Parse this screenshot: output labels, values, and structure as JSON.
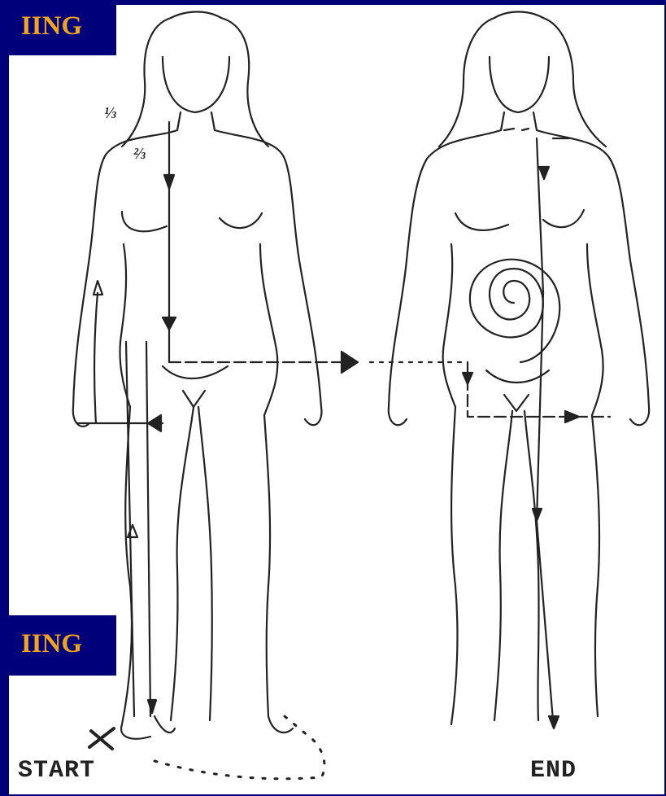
{
  "labels": {
    "top": "IING",
    "bottom": "IING"
  },
  "captions": {
    "start": "START",
    "end": "END"
  },
  "annotations": {
    "mark_1": "⅓",
    "mark_2": "⅔"
  },
  "colors": {
    "frame": "#00007a",
    "label_text": "#f0a51c",
    "panel": "#ffffff",
    "ink": "#222222"
  }
}
